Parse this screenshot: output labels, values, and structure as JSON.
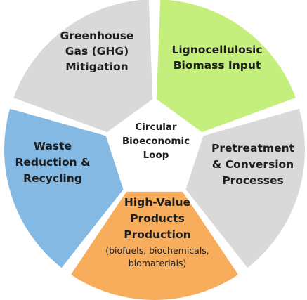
{
  "center": {
    "lines": [
      "Circular",
      "Bioeconomic",
      "Loop"
    ]
  },
  "segments": [
    {
      "id": "lignocellulosic-biomass-input",
      "lines": [
        "Lignocellulosic",
        "Biomass Input"
      ],
      "sub_lines": [],
      "color": "#c4ef7d"
    },
    {
      "id": "pretreatment-conversion-processes",
      "lines": [
        "Pretreatment",
        "& Conversion",
        "Processes"
      ],
      "sub_lines": [],
      "color": "#d9d9d9"
    },
    {
      "id": "high-value-products-production",
      "lines": [
        "High-Value",
        "Products",
        "Production"
      ],
      "sub_lines": [
        "(biofuels, biochemicals,",
        "biomaterials)"
      ],
      "color": "#f8ad5d"
    },
    {
      "id": "waste-reduction-recycling",
      "lines": [
        "Waste",
        "Reduction &",
        "Recycling"
      ],
      "sub_lines": [],
      "color": "#84b9e3"
    },
    {
      "id": "ghg-mitigation",
      "lines": [
        "Greenhouse",
        "Gas (GHG)",
        "Mitigation"
      ],
      "sub_lines": [],
      "color": "#d9d9d9"
    }
  ]
}
